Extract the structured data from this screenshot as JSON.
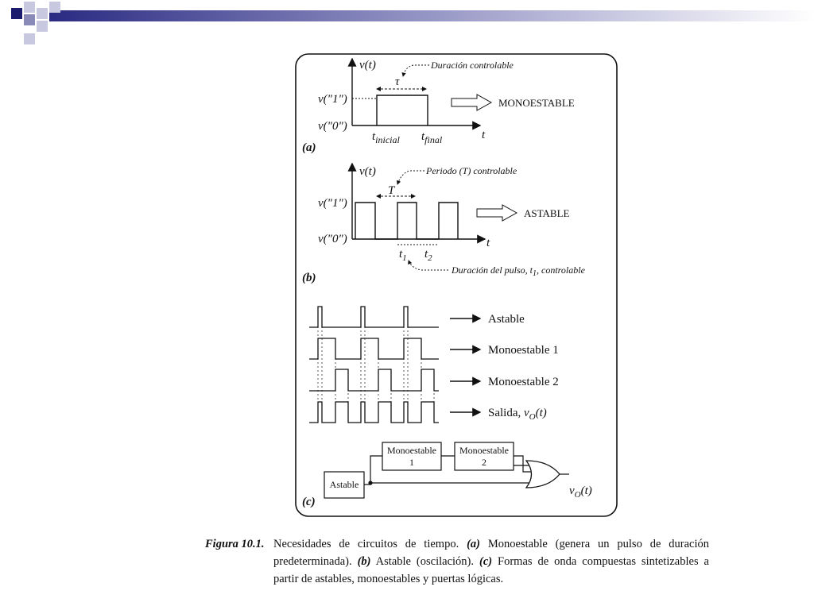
{
  "slide": {
    "accent": "#22227a"
  },
  "panel_a": {
    "axis_y": "v(t)",
    "level_1": "v(\"1\")",
    "level_0": "v(\"0\")",
    "tau": "τ",
    "note": "Duración controlable",
    "t_initial_base": "t",
    "t_initial_sub": "inicial",
    "t_final_base": "t",
    "t_final_sub": "final",
    "axis_t": "t",
    "result": "MONOESTABLE",
    "tag": "(a)"
  },
  "panel_b": {
    "axis_y": "v(t)",
    "level_1": "v(\"1\")",
    "level_0": "v(\"0\")",
    "period": "T",
    "note": "Periodo (T) controlable",
    "t1_base": "t",
    "t1_sub": "1",
    "t2_base": "t",
    "t2_sub": "2",
    "axis_t": "t",
    "result": "ASTABLE",
    "pulse_note_pre": "Duración del pulso, ",
    "pulse_note_t": "t",
    "pulse_note_sub": "1",
    "pulse_note_post": ", controlable",
    "tag": "(b)"
  },
  "panel_c": {
    "waves": [
      "Astable",
      "Monoestable 1",
      "Monoestable 2"
    ],
    "output_pre": "Salida, ",
    "output_v": "v",
    "output_sub": "O",
    "output_post": "(t)",
    "blocks": {
      "astable": "Astable",
      "mono1_line1": "Monoestable",
      "mono1_line2": "1",
      "mono2_line1": "Monoestable",
      "mono2_line2": "2"
    },
    "out_v": "v",
    "out_sub": "O",
    "out_post": "(t)",
    "tag": "(c)"
  },
  "caption": {
    "ref": "Figura 10.1.",
    "text1": "Necesidades de circuitos de tiempo. ",
    "k_a": "(a)",
    "text2": " Monoestable (genera un pulso de duración predeterminada). ",
    "k_b": "(b)",
    "text3": " Astable (oscilación). ",
    "k_c": "(c)",
    "text4": " Formas de onda compuestas sintetizables a partir de astables, monoestables y puertas lógicas."
  }
}
